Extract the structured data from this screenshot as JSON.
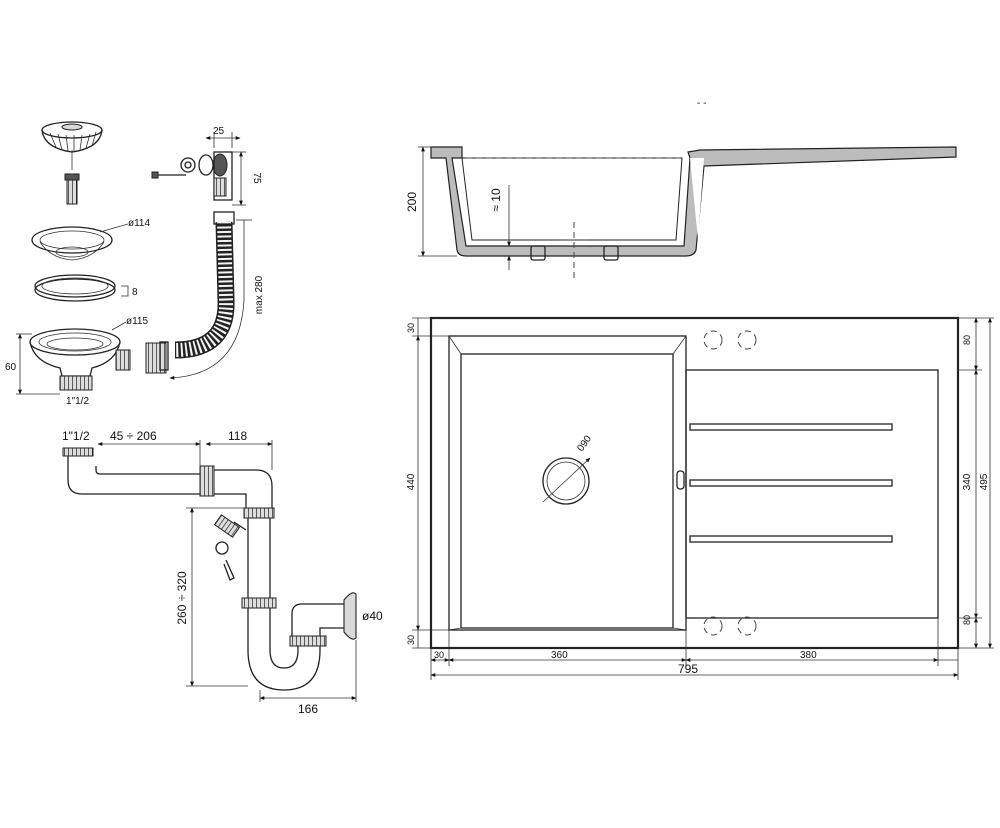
{
  "exploded": {
    "diam_114": "ø114",
    "ring_8": "8",
    "diam_115": "ø115",
    "height_60": "60",
    "thread": "1\"1/2",
    "overflow_25": "25",
    "overflow_75": "75",
    "hose_max": "max 280"
  },
  "siphon": {
    "thread": "1\"1/2",
    "range_45_206": "45 ÷ 206",
    "dim_118": "118",
    "range_260_320": "260 ÷ 320",
    "diam_40": "ø40",
    "dim_166": "166"
  },
  "section": {
    "height_200": "200",
    "depth_10": "≈ 10"
  },
  "plan": {
    "diam_90": "090",
    "dim_440": "440",
    "top_30": "30",
    "bottom_30": "30",
    "right_80_top": "80",
    "right_80_bottom": "80",
    "dim_340": "340",
    "dim_495": "495",
    "left_30": "30",
    "dim_360": "360",
    "dim_380": "380",
    "dim_795": "795"
  }
}
